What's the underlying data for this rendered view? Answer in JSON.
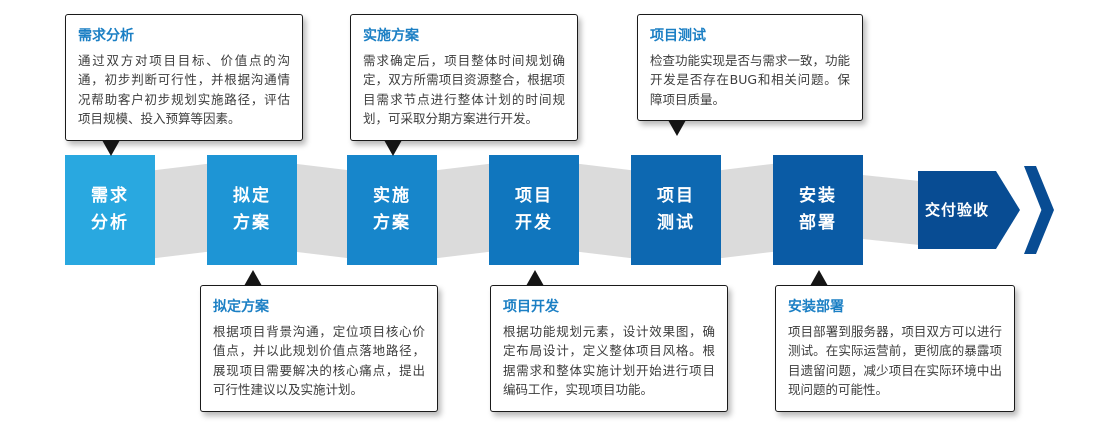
{
  "stages": [
    {
      "label": "需求\n分析",
      "color": "#29A8E0"
    },
    {
      "label": "拟定\n方案",
      "color": "#1E95D5"
    },
    {
      "label": "实施\n方案",
      "color": "#1786CB"
    },
    {
      "label": "项目\n开发",
      "color": "#1076BE"
    },
    {
      "label": "项目\n测试",
      "color": "#0D68B1"
    },
    {
      "label": "安装\n部署",
      "color": "#0A5BA5"
    }
  ],
  "final_arrow": {
    "label": "交付验收",
    "color": "#084C93"
  },
  "callouts_top": [
    {
      "title": "需求分析",
      "body": "通过双方对项目目标、价值点的沟通，初步判断可行性，并根据沟通情况帮助客户初步规划实施路径，评估项目规模、投入预算等因素。"
    },
    {
      "title": "实施方案",
      "body": "需求确定后，项目整体时间规划确定，双方所需项目资源整合，根据项目需求节点进行整体计划的时间规划，可采取分期方案进行开发。"
    },
    {
      "title": "项目测试",
      "body": "检查功能实现是否与需求一致，功能开发是否存在BUG和相关问题。保障项目质量。"
    }
  ],
  "callouts_bottom": [
    {
      "title": "拟定方案",
      "body": "根据项目背景沟通，定位项目核心价值点，并以此规划价值点落地路径，展现项目需要解决的核心痛点，提出可行性建议以及实施计划。"
    },
    {
      "title": "项目开发",
      "body": "根据功能规划元素，设计效果图，确定布局设计，定义整体项目风格。根据需求和整体实施计划开始进行项目编码工作，实现项目功能。"
    },
    {
      "title": "安装部署",
      "body": "项目部署到服务器，项目双方可以进行测试。在实际运营前，更彻底的暴露项目遗留问题，减少项目在实际环境中出现问题的可能性。"
    }
  ],
  "colors": {
    "ribbon": "#DBDBDB",
    "title_blue": "#1B7FC4",
    "callout_border": "#1A1A1A"
  }
}
